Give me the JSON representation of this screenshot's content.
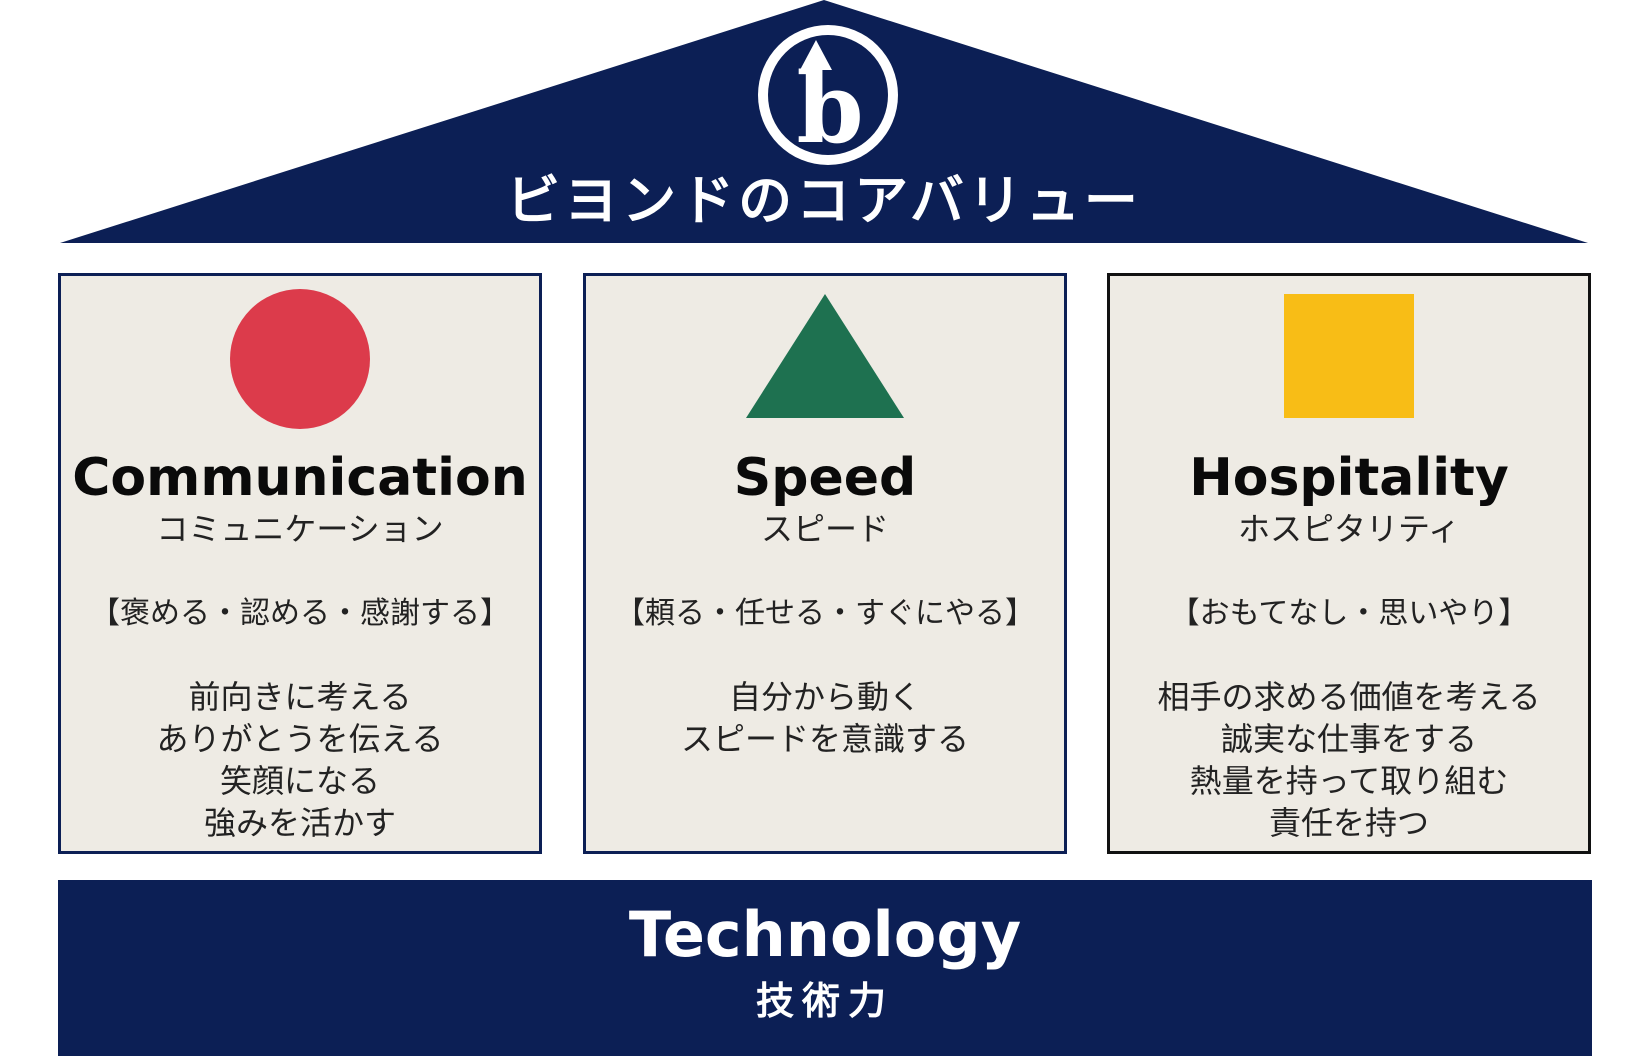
{
  "roof": {
    "title": "ビヨンドのコアバリュー",
    "logo_letter": "b",
    "color": "#0c1f55"
  },
  "pillars": [
    {
      "shape": "circle",
      "shape_color": "#dc3b4b",
      "title": "Communication",
      "kana": "コミュニケーション",
      "motto": "【褒める・認める・感謝する】",
      "lines": [
        "前向きに考える",
        "ありがとうを伝える",
        "笑顔になる",
        "強みを活かす"
      ]
    },
    {
      "shape": "triangle",
      "shape_color": "#1e7150",
      "title": "Speed",
      "kana": "スピード",
      "motto": "【頼る・任せる・すぐにやる】",
      "lines": [
        "自分から動く",
        "スピードを意識する"
      ]
    },
    {
      "shape": "square",
      "shape_color": "#f8bd16",
      "title": "Hospitality",
      "kana": "ホスピタリティ",
      "motto": "【おもてなし・思いやり】",
      "lines": [
        "相手の求める価値を考える",
        "誠実な仕事をする",
        "熱量を持って取り組む",
        "責任を持つ"
      ]
    }
  ],
  "foundation": {
    "title": "Technology",
    "subtitle": "技術力",
    "color": "#0c1f55"
  }
}
